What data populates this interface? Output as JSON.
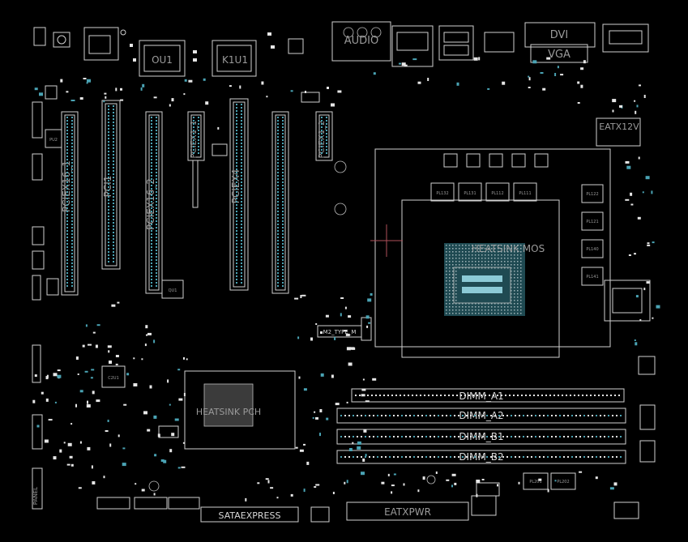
{
  "view": {
    "background": "#000000",
    "outline_color": "#d0d0d0",
    "pin_color": "#4aa3b4",
    "crosshair_color": "#b0505a"
  },
  "labels": {
    "ou1": "OU1",
    "k1u1": "K1U1",
    "audio": "AUDIO",
    "vga": "VGA",
    "dvi": "DVI",
    "eatx12v": "EATX12V",
    "heatsink_mos": "HEATSINK MOS",
    "heatsink_pch": "HEATSINK PCH",
    "m2_type_m": "M2_TYPE_M",
    "dimm_a1": "DIMM_A1",
    "dimm_a2": "DIMM_A2",
    "dimm_b1": "DIMM_B1",
    "dimm_b2": "DIMM_B2",
    "sataexpress": "SATAEXPRESS",
    "eatxpwr": "EATXPWR",
    "pciex16_1": "PCIEX16_1",
    "pciex16_2": "PCIEX16_2",
    "pci1": "PCI1",
    "pciex1_1": "PCIEX1_1",
    "pciex1_2": "PCIEX1_2",
    "pciex4": "PCIEX4",
    "pl132": "PL132",
    "pl131": "PL131",
    "pl112": "PL112",
    "pl111": "PL111",
    "pl122": "PL122",
    "pl121": "PL121",
    "pl140": "PL140",
    "pl141": "PL141",
    "pl201": "PL201",
    "pl202": "PL202",
    "pu2": "PU2",
    "c2u1": "C2U1",
    "qu1": "QU1",
    "panel": "PANEL"
  }
}
